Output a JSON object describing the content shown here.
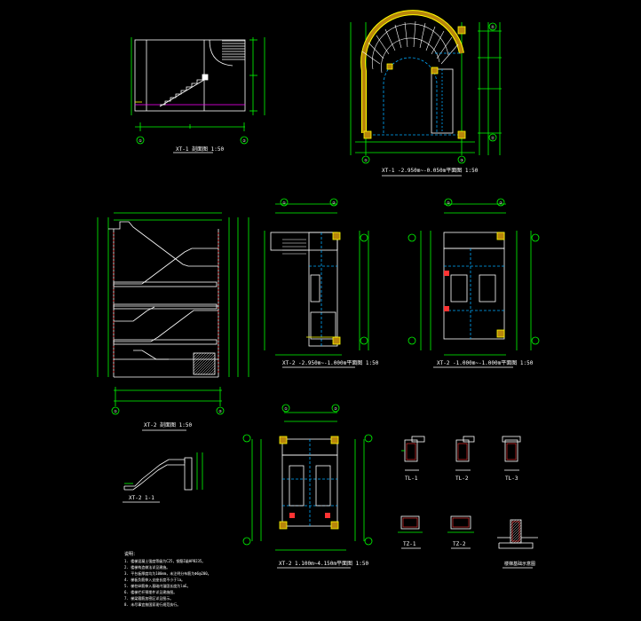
{
  "titles": {
    "xt1_section": "XT-1 剖面图 1:50",
    "xt1_plan": "XT-1 -2.950m~-0.050m平面图 1:50",
    "xt2_section": "XT-2 剖面图 1:50",
    "xt2_plan1": "XT-2 -2.950m~-1.000m平面图 1:50",
    "xt2_plan2": "XT-2 -1.000m~-1.000m平面图 1:50",
    "xt2_detail": "XT-2 1-1",
    "xt2_plan3": "XT-2 1.100m~4.150m平面图 1:50",
    "tl1": "TL-1",
    "tl2": "TL-2",
    "tl3": "TL-3",
    "tz1": "TZ-1",
    "tz2": "TZ-2",
    "foundation": "楼梯基础示意图"
  },
  "notes": {
    "heading": "说明：",
    "lines": [
      "1. 楼梯混凝土强度等级为C25，钢筋I级HPB235。",
      "2. 楼梯构造做法详见建施。",
      "3. 平台板厚度均为100mm，未注明分布筋为Φ6@200。",
      "4. 梯板负筋伸入支座长度不小于la。",
      "5. 梯柱纵筋伸入基础内锚固长度为laE。",
      "6. 楼梯栏杆预埋件详见建施图。",
      "7. 梯梁箍筋加密区详见图示。",
      "8. 未尽事宜按国家现行规范执行。"
    ]
  },
  "axes": {
    "a": "①",
    "b": "②",
    "c": "③",
    "d": "④",
    "A": "Ⓐ",
    "B": "Ⓑ",
    "C": "Ⓒ",
    "D": "Ⓓ"
  },
  "colors": {
    "background": "#000000",
    "structure": "#ffffff",
    "dimension": "#00ff00",
    "column_fill": "#b8860b",
    "dashed": "#00aaff",
    "stair_edge": "#ffff00",
    "slab_line": "#ff00ff",
    "beam_section": "#ff3333"
  }
}
